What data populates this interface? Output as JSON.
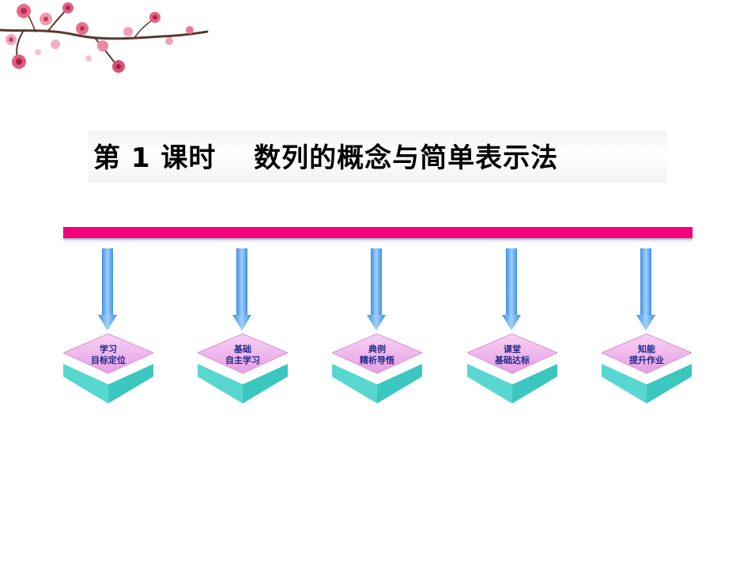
{
  "title": "第 1 课时　 数列的概念与简单表示法",
  "modules": [
    {
      "line1": "学习",
      "line2": "目标定位"
    },
    {
      "line1": "基础",
      "line2": "自主学习"
    },
    {
      "line1": "典例",
      "line2": "精析导悟"
    },
    {
      "line1": "课堂",
      "line2": "基础达标"
    },
    {
      "line1": "知能",
      "line2": "提升作业"
    }
  ],
  "colors": {
    "accent_bar": "#f2007d",
    "arrow": "#5aa7ee",
    "tile_top": "#f2b6ef",
    "tile_base": "#3fc9c4",
    "label": "#1f2a8a"
  }
}
